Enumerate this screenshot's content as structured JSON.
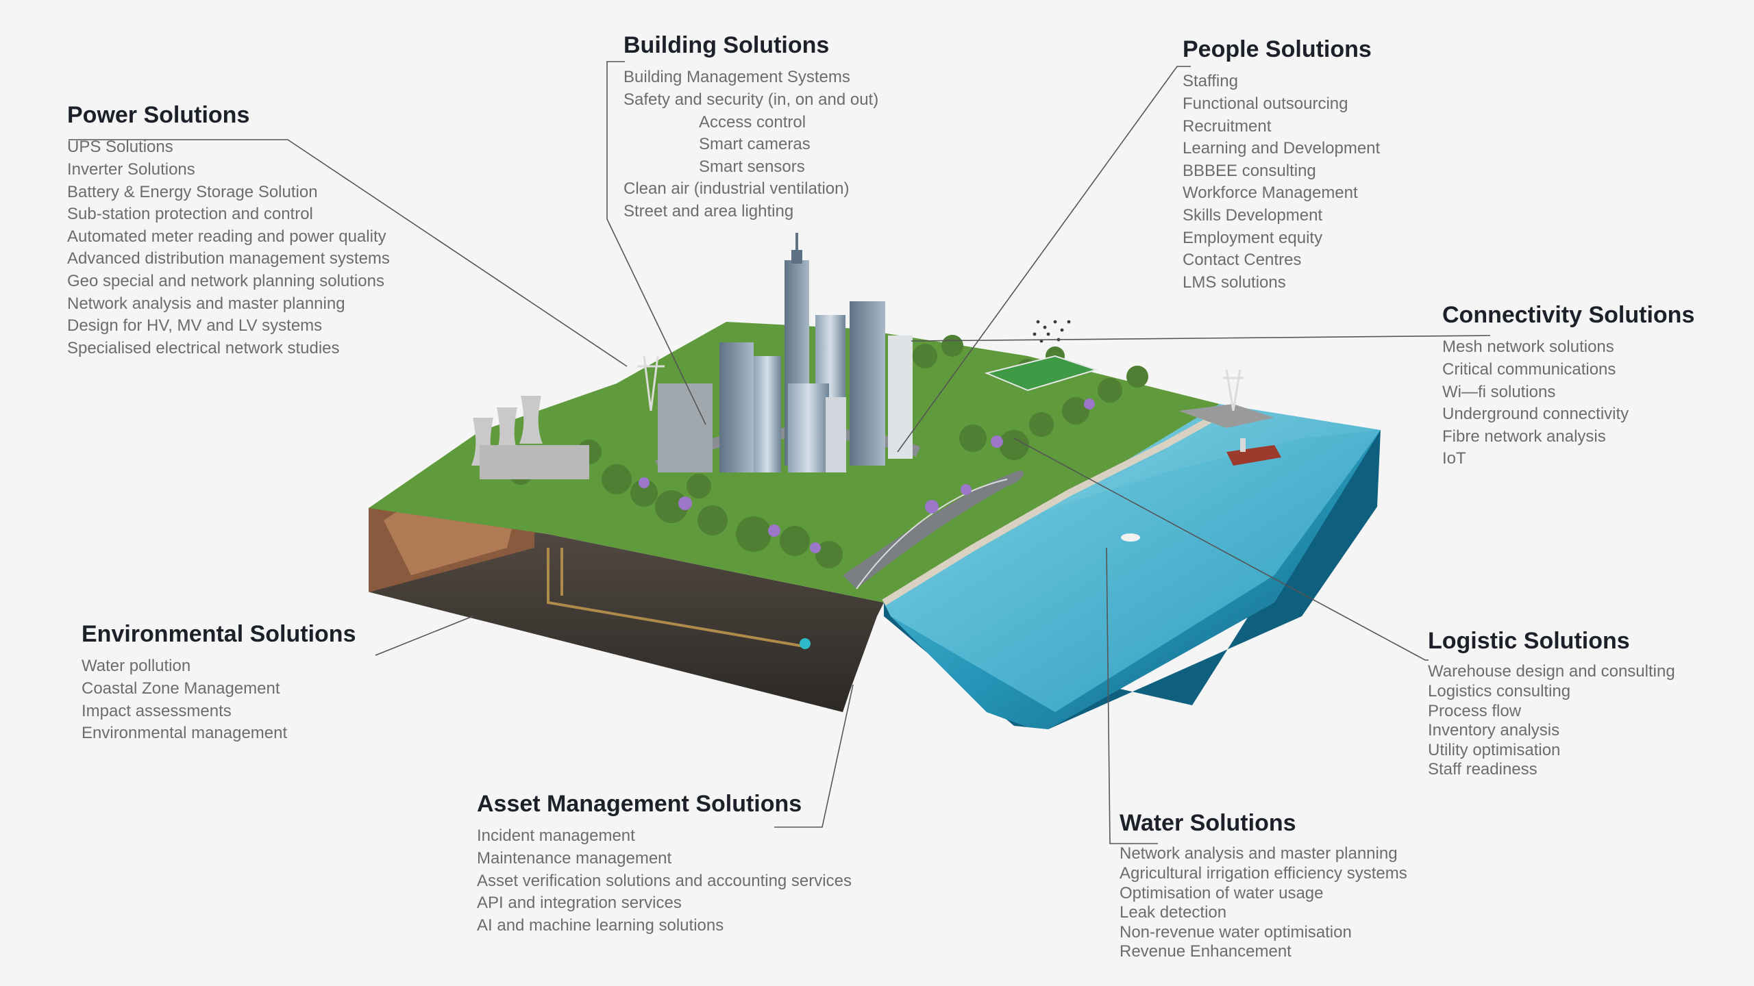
{
  "groups": [
    {
      "id": "power",
      "title": "Power Solutions",
      "items": [
        "UPS Solutions",
        "Inverter Solutions",
        "Battery & Energy Storage Solution",
        "Sub-station protection and control",
        "Automated meter reading and power quality",
        "Advanced distribution management systems",
        "Geo special and network planning solutions",
        "Network analysis and master planning",
        "Design for HV, MV and LV systems",
        "Specialised electrical network studies"
      ]
    },
    {
      "id": "building",
      "title": "Building Solutions",
      "items": [
        "Building Management Systems",
        "Safety and security (in, on and out)",
        "Access control",
        "Smart cameras",
        "Smart sensors",
        "Clean air (industrial ventilation)",
        "Street and area lighting"
      ]
    },
    {
      "id": "people",
      "title": "People Solutions",
      "items": [
        "Staffing",
        "Functional outsourcing",
        "Recruitment",
        "Learning and Development",
        "BBBEE consulting",
        "Workforce Management",
        "Skills Development",
        "Employment equity",
        "Contact Centres",
        "LMS solutions"
      ]
    },
    {
      "id": "connectivity",
      "title": "Connectivity Solutions",
      "items": [
        "Mesh network solutions",
        "Critical communications",
        "Wi—fi solutions",
        "Underground connectivity",
        "Fibre network analysis",
        "IoT"
      ]
    },
    {
      "id": "environmental",
      "title": "Environmental Solutions",
      "items": [
        "Water pollution",
        "Coastal Zone Management",
        "Impact assessments",
        "Environmental management"
      ]
    },
    {
      "id": "asset",
      "title": "Asset Management Solutions",
      "items": [
        "Incident management",
        "Maintenance management",
        "Asset verification solutions and accounting services",
        "API and integration services",
        "AI and machine learning solutions"
      ]
    },
    {
      "id": "logistic",
      "title": "Logistic Solutions",
      "items": [
        "Warehouse design and consulting",
        "Logistics consulting",
        "Process flow",
        "Inventory analysis",
        "Utility optimisation",
        "Staff readiness"
      ]
    },
    {
      "id": "water",
      "title": "Water Solutions",
      "items": [
        "Network analysis and master planning",
        "Agricultural irrigation efficiency systems",
        "Optimisation of water usage",
        "Leak detection",
        "Non-revenue water optimisation",
        "Revenue Enhancement"
      ]
    }
  ],
  "colors": {
    "text_heading": "#1c2029",
    "text_body": "#6c6c6c",
    "background": "#f5f5f5",
    "grass": "#5f9a3c",
    "water": "#2a9fc0",
    "earth": "#3f3a35",
    "trees": "#4e7f33",
    "flowers": "#9b76c9"
  }
}
